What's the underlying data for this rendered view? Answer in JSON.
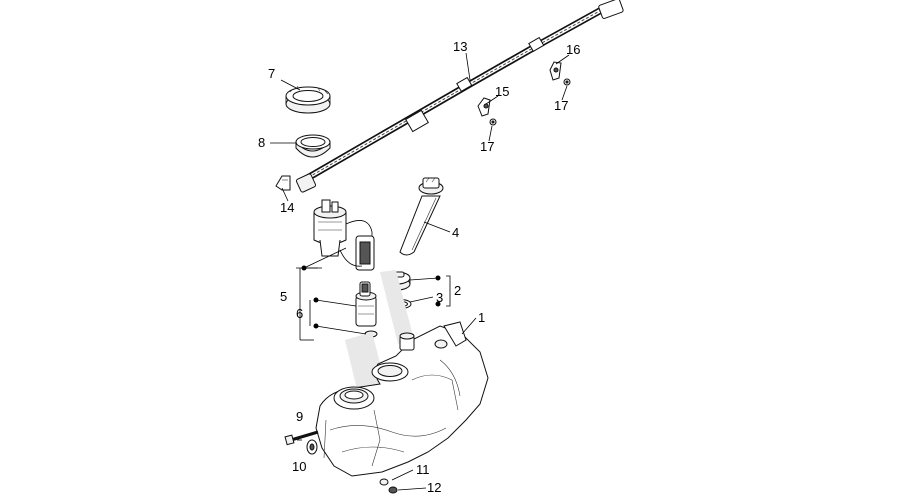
{
  "callouts": [
    {
      "id": "1",
      "text": "1"
    },
    {
      "id": "2",
      "text": "2"
    },
    {
      "id": "3",
      "text": "3"
    },
    {
      "id": "4",
      "text": "4"
    },
    {
      "id": "5",
      "text": "5"
    },
    {
      "id": "6",
      "text": "6"
    },
    {
      "id": "7",
      "text": "7"
    },
    {
      "id": "8",
      "text": "8"
    },
    {
      "id": "9",
      "text": "9"
    },
    {
      "id": "10",
      "text": "10"
    },
    {
      "id": "11",
      "text": "11"
    },
    {
      "id": "12",
      "text": "12"
    },
    {
      "id": "13",
      "text": "13"
    },
    {
      "id": "14",
      "text": "14"
    },
    {
      "id": "15",
      "text": "15"
    },
    {
      "id": "16",
      "text": "16"
    },
    {
      "id": "17a",
      "text": "17"
    },
    {
      "id": "17b",
      "text": "17"
    }
  ],
  "colors": {
    "ink": "#000000",
    "background": "#ffffff"
  }
}
